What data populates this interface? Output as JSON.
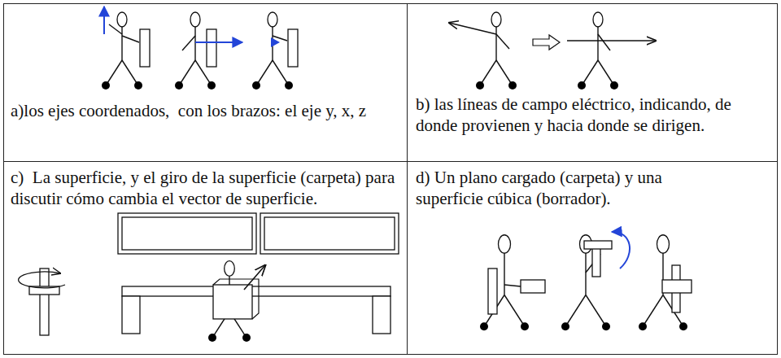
{
  "diagram": {
    "nodes": [
      {
        "text": [
          "a)los ejes coordenados,  con los brazos: el eje y, x, z"
        ]
      },
      {
        "text": [
          "b) las líneas de campo eléctrico, indicando, de donde provienen y hacia donde se dirigen."
        ]
      },
      {
        "text": [
          "c)  La superficie, y el giro de la superficie (carpeta) para discutir cómo cambia el vector de superficie."
        ]
      },
      {
        "text": [
          "d) Un plano cargado (carpeta) y una superficie cúbica (borrador)."
        ]
      }
    ]
  }
}
